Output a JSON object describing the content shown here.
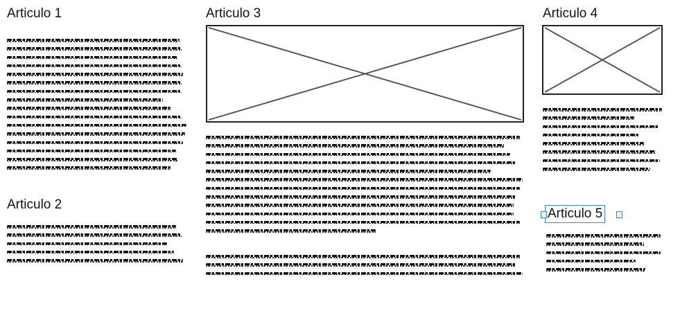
{
  "articles": {
    "a1": {
      "title": "Articulo 1"
    },
    "a2": {
      "title": "Articulo 2"
    },
    "a3": {
      "title": "Articulo 3"
    },
    "a4": {
      "title": "Articulo 4"
    },
    "a5": {
      "title": "Articulo 5"
    }
  },
  "colors": {
    "selection": "#3b86c9",
    "text": "#111111",
    "placeholder_stroke": "#555555"
  }
}
